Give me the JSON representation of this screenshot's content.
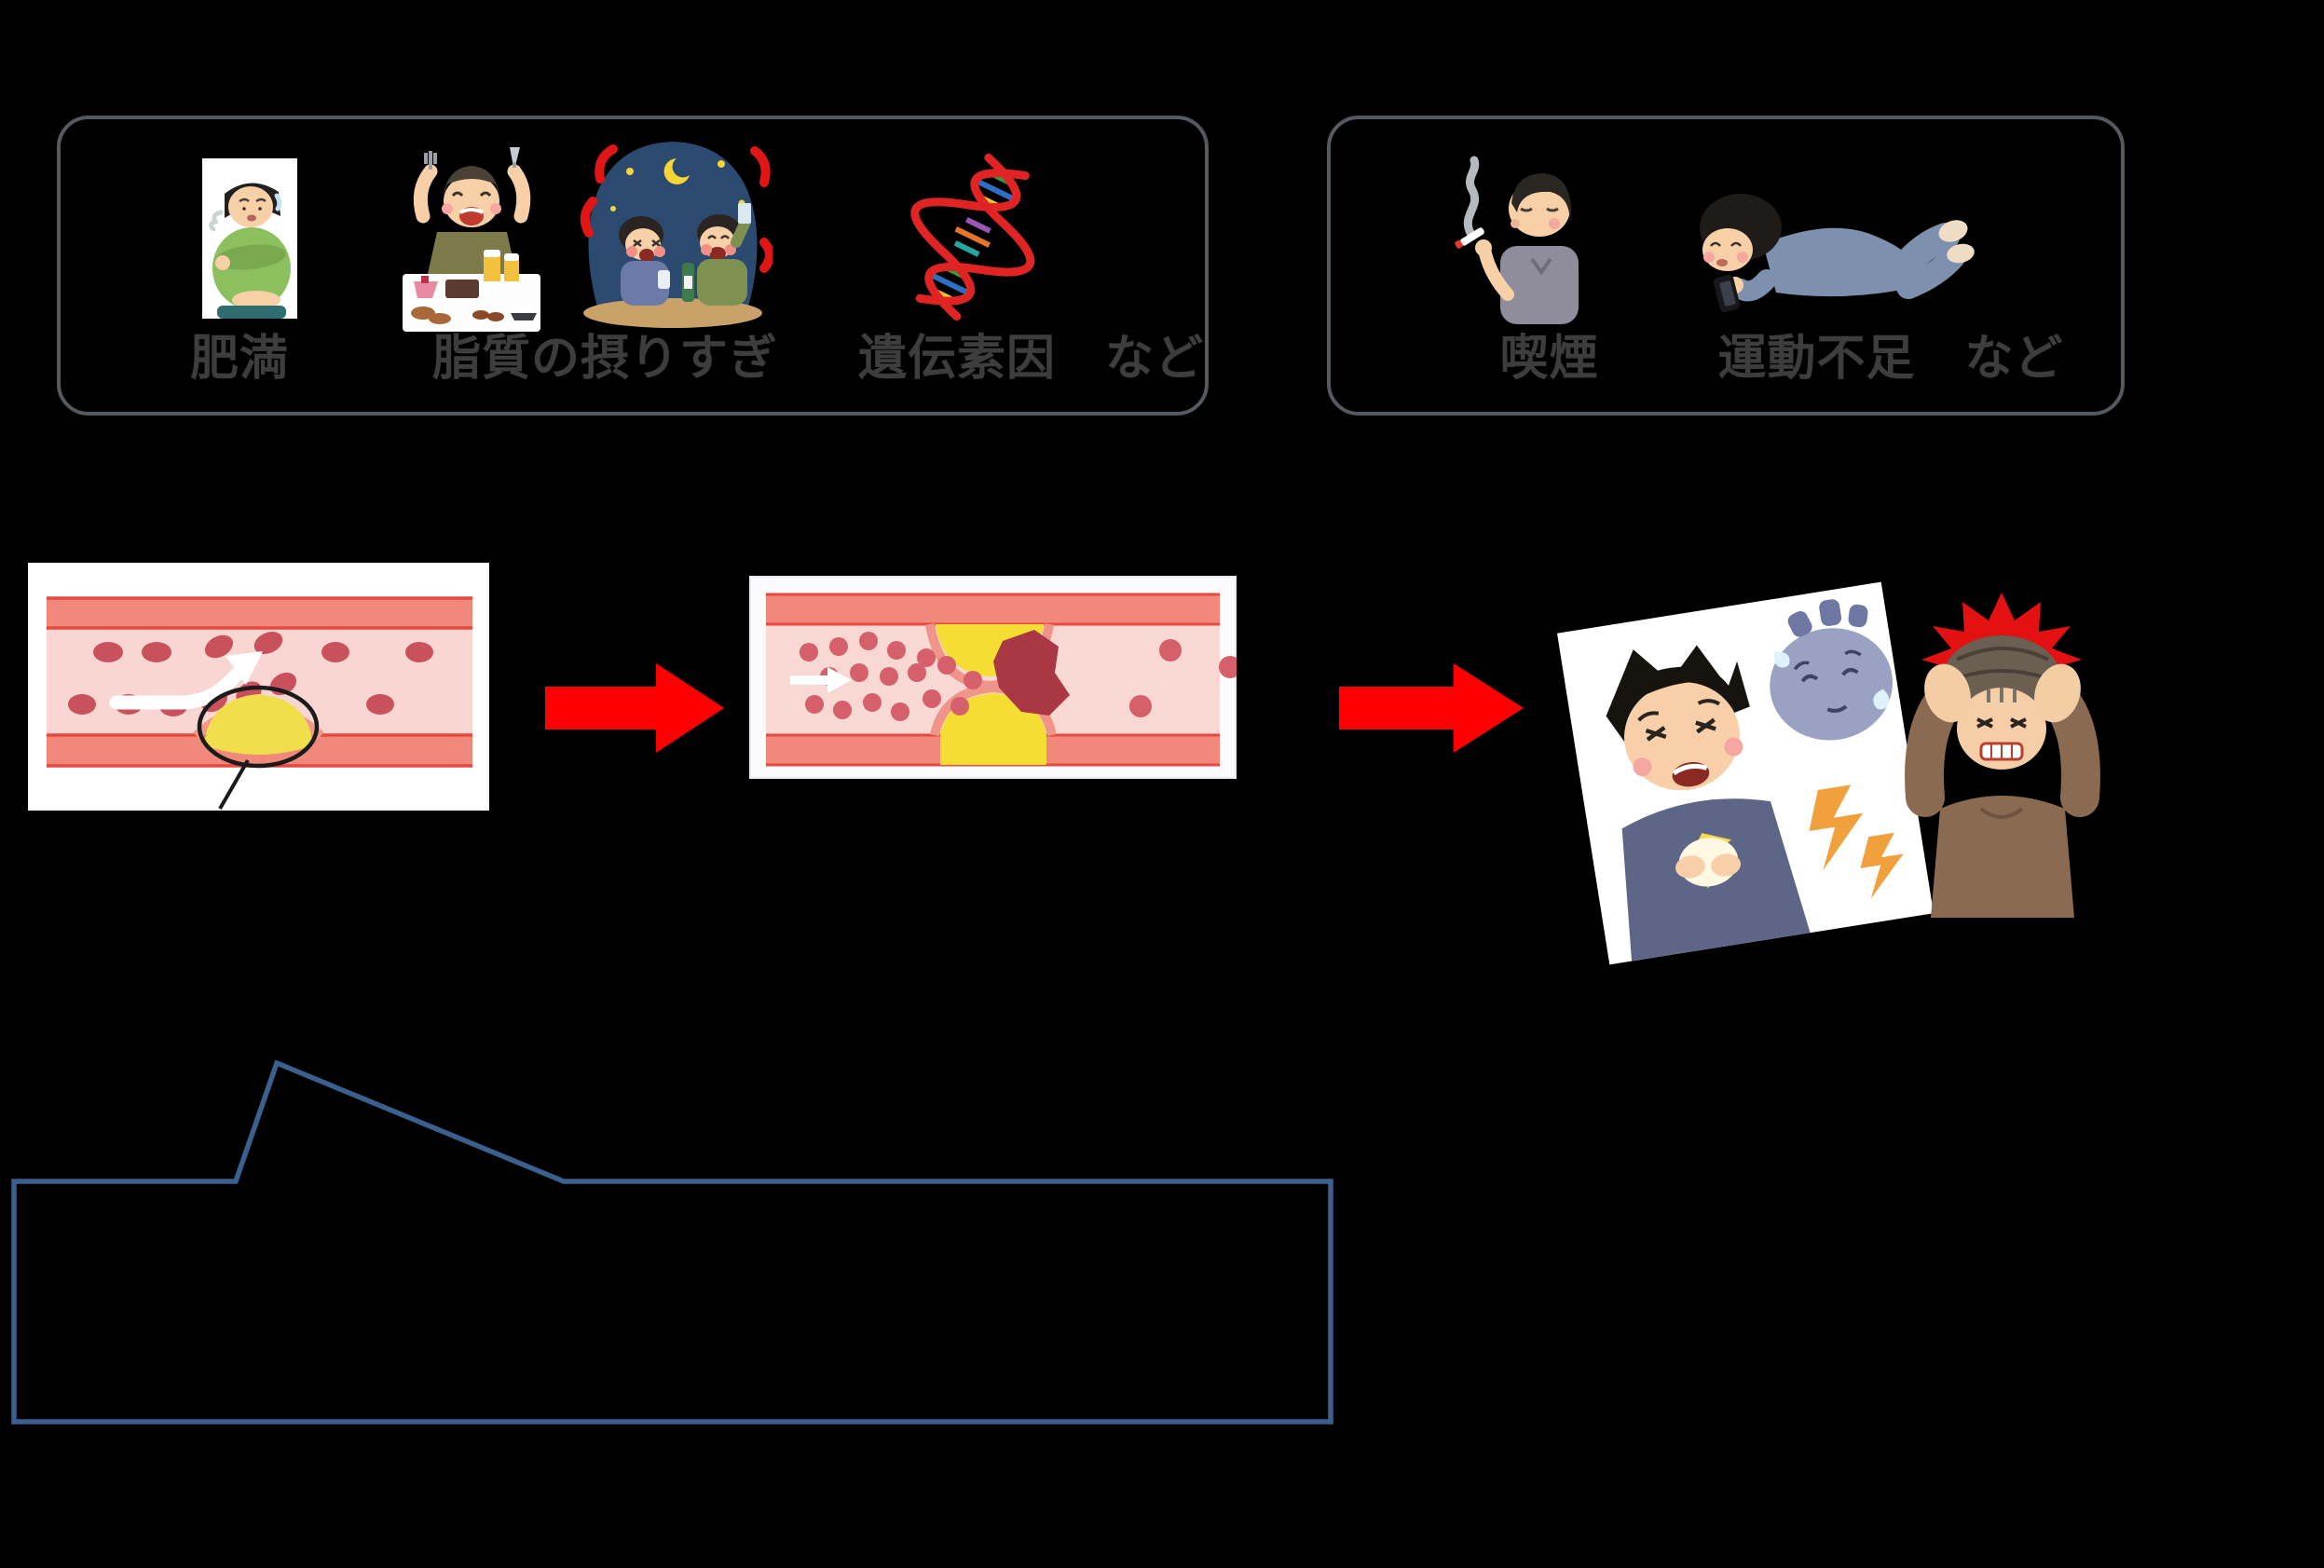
{
  "slide": {
    "background": "#000000"
  },
  "colors": {
    "slide-bg": "#000000",
    "label-gray": "#3d3d3d",
    "box-border-gray": "#555a60",
    "callout-blue": "#3b608e",
    "arrow-red": "#ff0000",
    "vessel-wall": "#f0897b",
    "vessel-line": "#e8483e",
    "vessel-lumen": "#f9d6d1",
    "plaque-yellow": "#f2df4a",
    "rbc-red": "#c9515c",
    "clot-red": "#a93744"
  },
  "risk_factor_boxes": {
    "left": {
      "labels": [
        {
          "text": "肥満"
        },
        {
          "text": "脂質の摂りすぎ"
        },
        {
          "text": "遺伝素因　など"
        }
      ],
      "icons": [
        "obese-person",
        "overeating-person",
        "late-night-drinking",
        "dna-helix"
      ]
    },
    "right": {
      "labels": [
        {
          "text": "喫煙"
        },
        {
          "text": "運動不足　など"
        }
      ],
      "icons": [
        "smoking-person",
        "lying-with-phone-person"
      ]
    }
  },
  "progression": {
    "stages": [
      {
        "icon": "artery-with-plaque"
      },
      {
        "icon": "red-arrow"
      },
      {
        "icon": "artery-narrowed-with-clot"
      },
      {
        "icon": "red-arrow"
      },
      {
        "icon": "heart-attack-and-stroke-people"
      }
    ]
  }
}
